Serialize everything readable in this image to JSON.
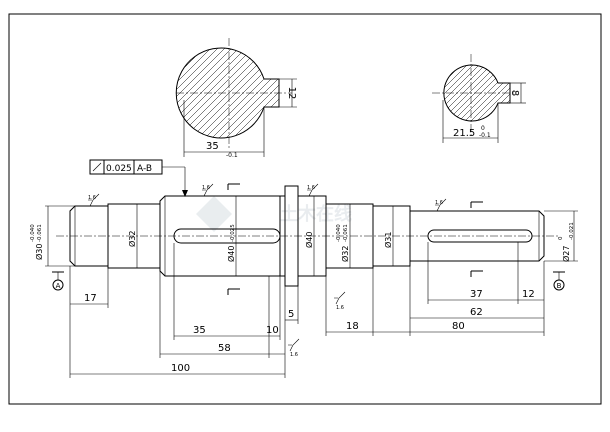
{
  "colors": {
    "line": "#000000",
    "background": "#ffffff",
    "watermark": "#cfd6dc"
  },
  "section_a": {
    "key_depth": "12",
    "diameter": "35",
    "tol": "-0.1"
  },
  "section_b": {
    "key_depth": "8",
    "diameter": "21.5",
    "tol_upper": "0",
    "tol_lower": "-0.1"
  },
  "runout": {
    "value": "0.025",
    "datum": "A-B"
  },
  "datums": {
    "left": "A",
    "right": "B"
  },
  "roughness": {
    "value": "1.6"
  },
  "diameters": {
    "d30": {
      "main": "Ø30",
      "upper": "-0.040",
      "lower": "-0.061"
    },
    "d32a": {
      "main": "Ø32"
    },
    "d40a": {
      "main": "Ø40",
      "tol": "-0.025"
    },
    "d40b": {
      "main": "Ø40"
    },
    "d32b": {
      "main": "Ø32",
      "upper": "-0.040",
      "lower": "-0.061"
    },
    "d31": {
      "main": "Ø31"
    },
    "d27": {
      "main": "Ø27",
      "upper": "0",
      "lower": "-0.021"
    }
  },
  "lengths": {
    "l17": "17",
    "l35": "35",
    "l10": "10",
    "l5": "5",
    "l58": "58",
    "l100": "100",
    "l18": "18",
    "l37": "37",
    "l12": "12",
    "l62": "62",
    "l80": "80"
  },
  "watermark": {
    "text": "土木在线"
  }
}
